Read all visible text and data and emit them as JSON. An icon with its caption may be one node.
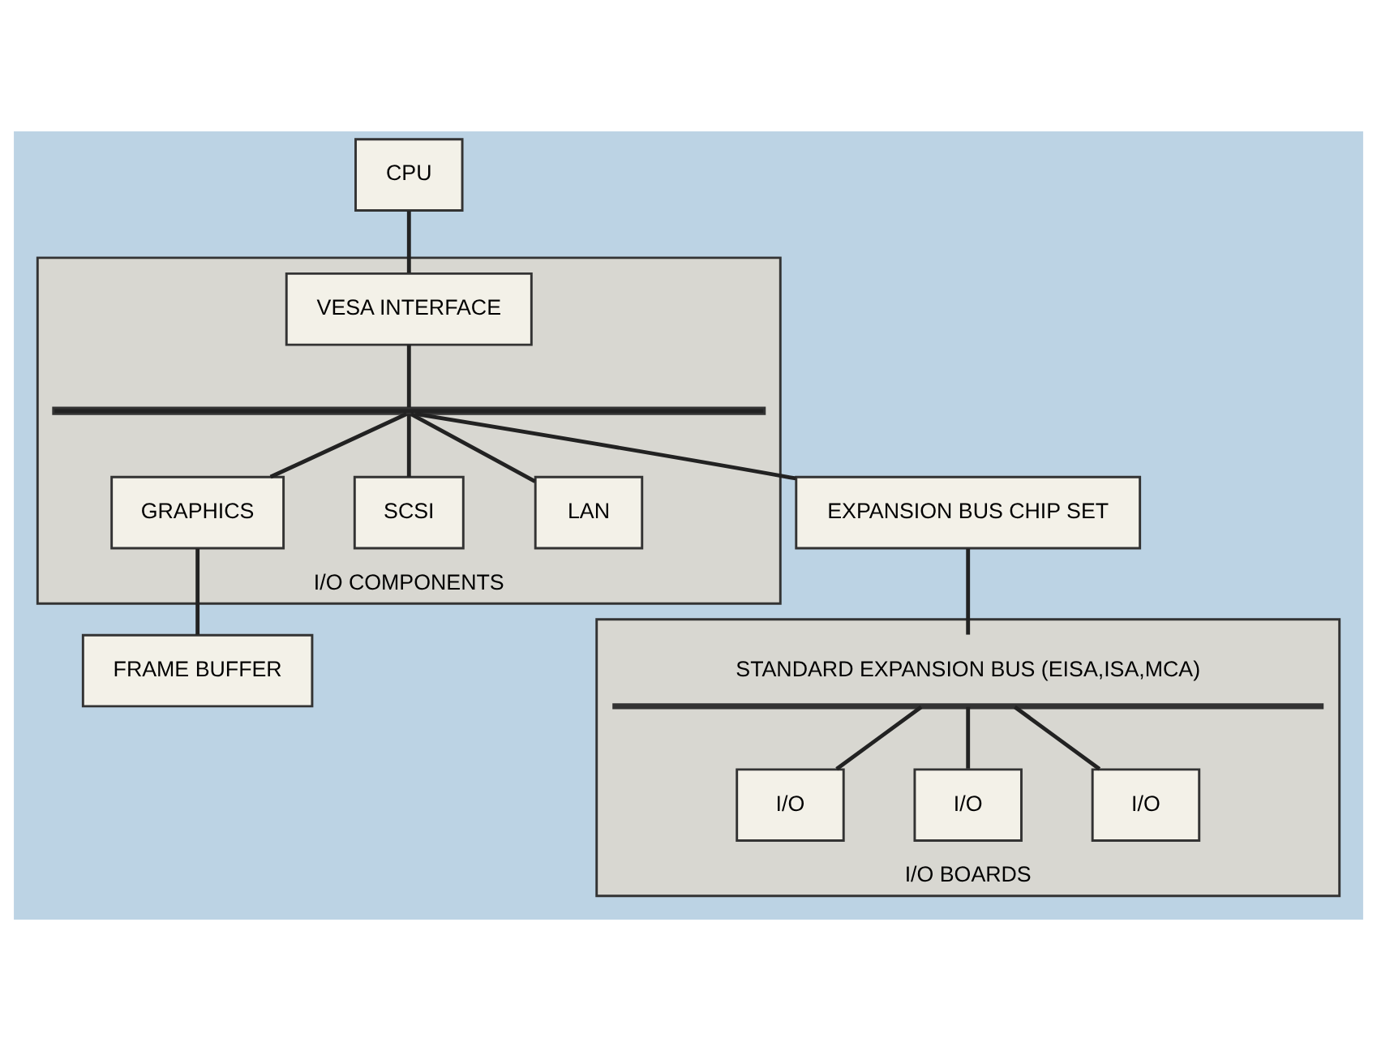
{
  "diagram": {
    "nodes": [
      {
        "text": [
          "CPU"
        ]
      },
      {
        "text": [
          "I/O COMPONENTS"
        ]
      },
      {
        "text": [
          "VESA INTERFACE"
        ],
        "in": 1
      },
      {
        "text": [],
        "shape": "bar",
        "in": 1
      },
      {
        "text": [
          "GRAPHICS"
        ],
        "in": 1
      },
      {
        "text": [
          "SCSI"
        ],
        "in": 1
      },
      {
        "text": [
          "LAN"
        ],
        "in": 1
      },
      {
        "text": [
          "FRAME BUFFER"
        ]
      },
      {
        "text": [
          "EXPANSION BUS CHIP SET"
        ]
      },
      {
        "text": [
          "I/O BOARDS"
        ]
      },
      {
        "text": [
          "STANDARD EXPANSION BUS (EISA,ISA,MCA)"
        ],
        "in": 9
      },
      {
        "text": [
          "I/O"
        ],
        "in": 9
      },
      {
        "text": [
          "I/O"
        ],
        "in": 9
      },
      {
        "text": [
          "I/O"
        ],
        "in": 9
      }
    ],
    "edges": [
      {
        "from": 0,
        "to": 2,
        "arrow": "none"
      },
      {
        "from": 2,
        "to": 3,
        "arrow": "none"
      },
      {
        "from": 3,
        "to": 4,
        "arrow": "none"
      },
      {
        "from": 3,
        "to": 5,
        "arrow": "none"
      },
      {
        "from": 3,
        "to": 6,
        "arrow": "none"
      },
      {
        "from": 3,
        "to": 8,
        "arrow": "none"
      },
      {
        "from": 4,
        "to": 7,
        "arrow": "none"
      },
      {
        "from": 8,
        "to": 10,
        "arrow": "none"
      },
      {
        "from": 10,
        "to": 11,
        "arrow": "none"
      },
      {
        "from": 10,
        "to": 12,
        "arrow": "none"
      },
      {
        "from": 10,
        "to": 13,
        "arrow": "none"
      }
    ]
  }
}
